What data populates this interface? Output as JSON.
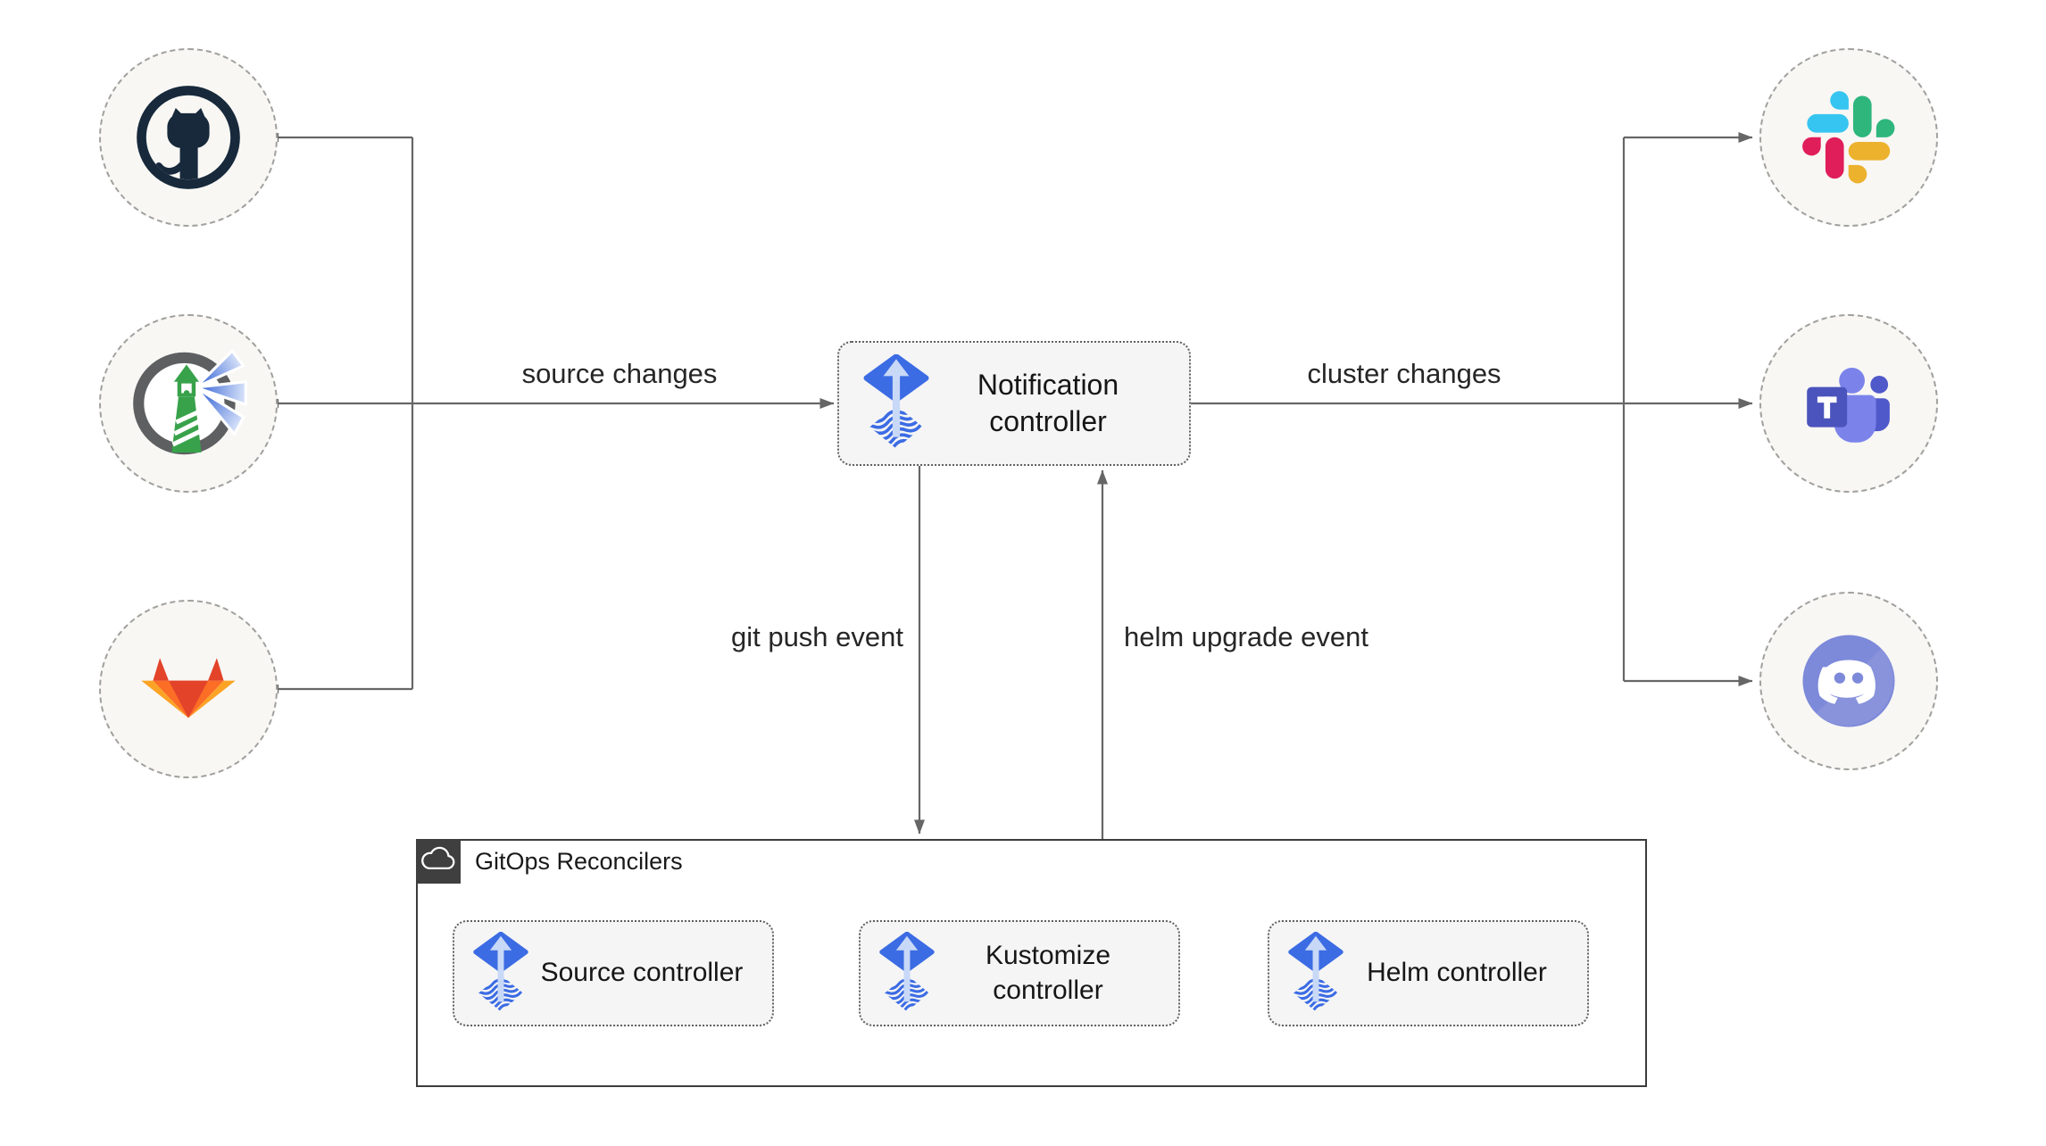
{
  "colors": {
    "line": "#666666",
    "edge_text": "#262626",
    "node_text": "#161616",
    "node_fill": "#f5f5f5",
    "node_border": "#606060",
    "circle_fill": "#f8f7f4",
    "circle_border": "#a0a09e",
    "group_border": "#3c3c3c",
    "badge_bg": "#3f3f3f",
    "flux_blue": "#3c6ce4",
    "flux_light": "#c8d8f7",
    "github_navy": "#17293b",
    "harbor_gray": "#5d5f61",
    "harbor_green": "#38a24b",
    "gitlab_red": "#e24329",
    "gitlab_orange": "#fc6d26",
    "gitlab_yellow": "#fca326",
    "slack_blue": "#36C5F0",
    "slack_green": "#2EB67D",
    "slack_yellow": "#ECB22E",
    "slack_red": "#E01E5A",
    "teams_dark": "#4b53bc",
    "teams_mid": "#5059c9",
    "teams_light": "#7b83eb",
    "discord_blurple": "#7d89d9"
  },
  "left_sources": [
    {
      "icon": "github-icon"
    },
    {
      "icon": "harbor-icon"
    },
    {
      "icon": "gitlab-icon"
    }
  ],
  "right_targets": [
    {
      "icon": "slack-icon"
    },
    {
      "icon": "microsoft-teams-icon"
    },
    {
      "icon": "discord-icon"
    }
  ],
  "nodes": {
    "notification": {
      "label": "Notification controller",
      "icon": "flux-icon"
    },
    "source": {
      "label": "Source controller",
      "icon": "flux-icon"
    },
    "kustomize": {
      "label": "Kustomize controller",
      "icon": "flux-icon"
    },
    "helm": {
      "label": "Helm controller",
      "icon": "flux-icon"
    }
  },
  "group": {
    "label": "GitOps Reconcilers",
    "icon": "cloud-icon"
  },
  "edge_labels": {
    "source_changes": "source changes",
    "cluster_changes": "cluster changes",
    "git_push_event": "git push event",
    "helm_upgrade_event": "helm upgrade event"
  }
}
